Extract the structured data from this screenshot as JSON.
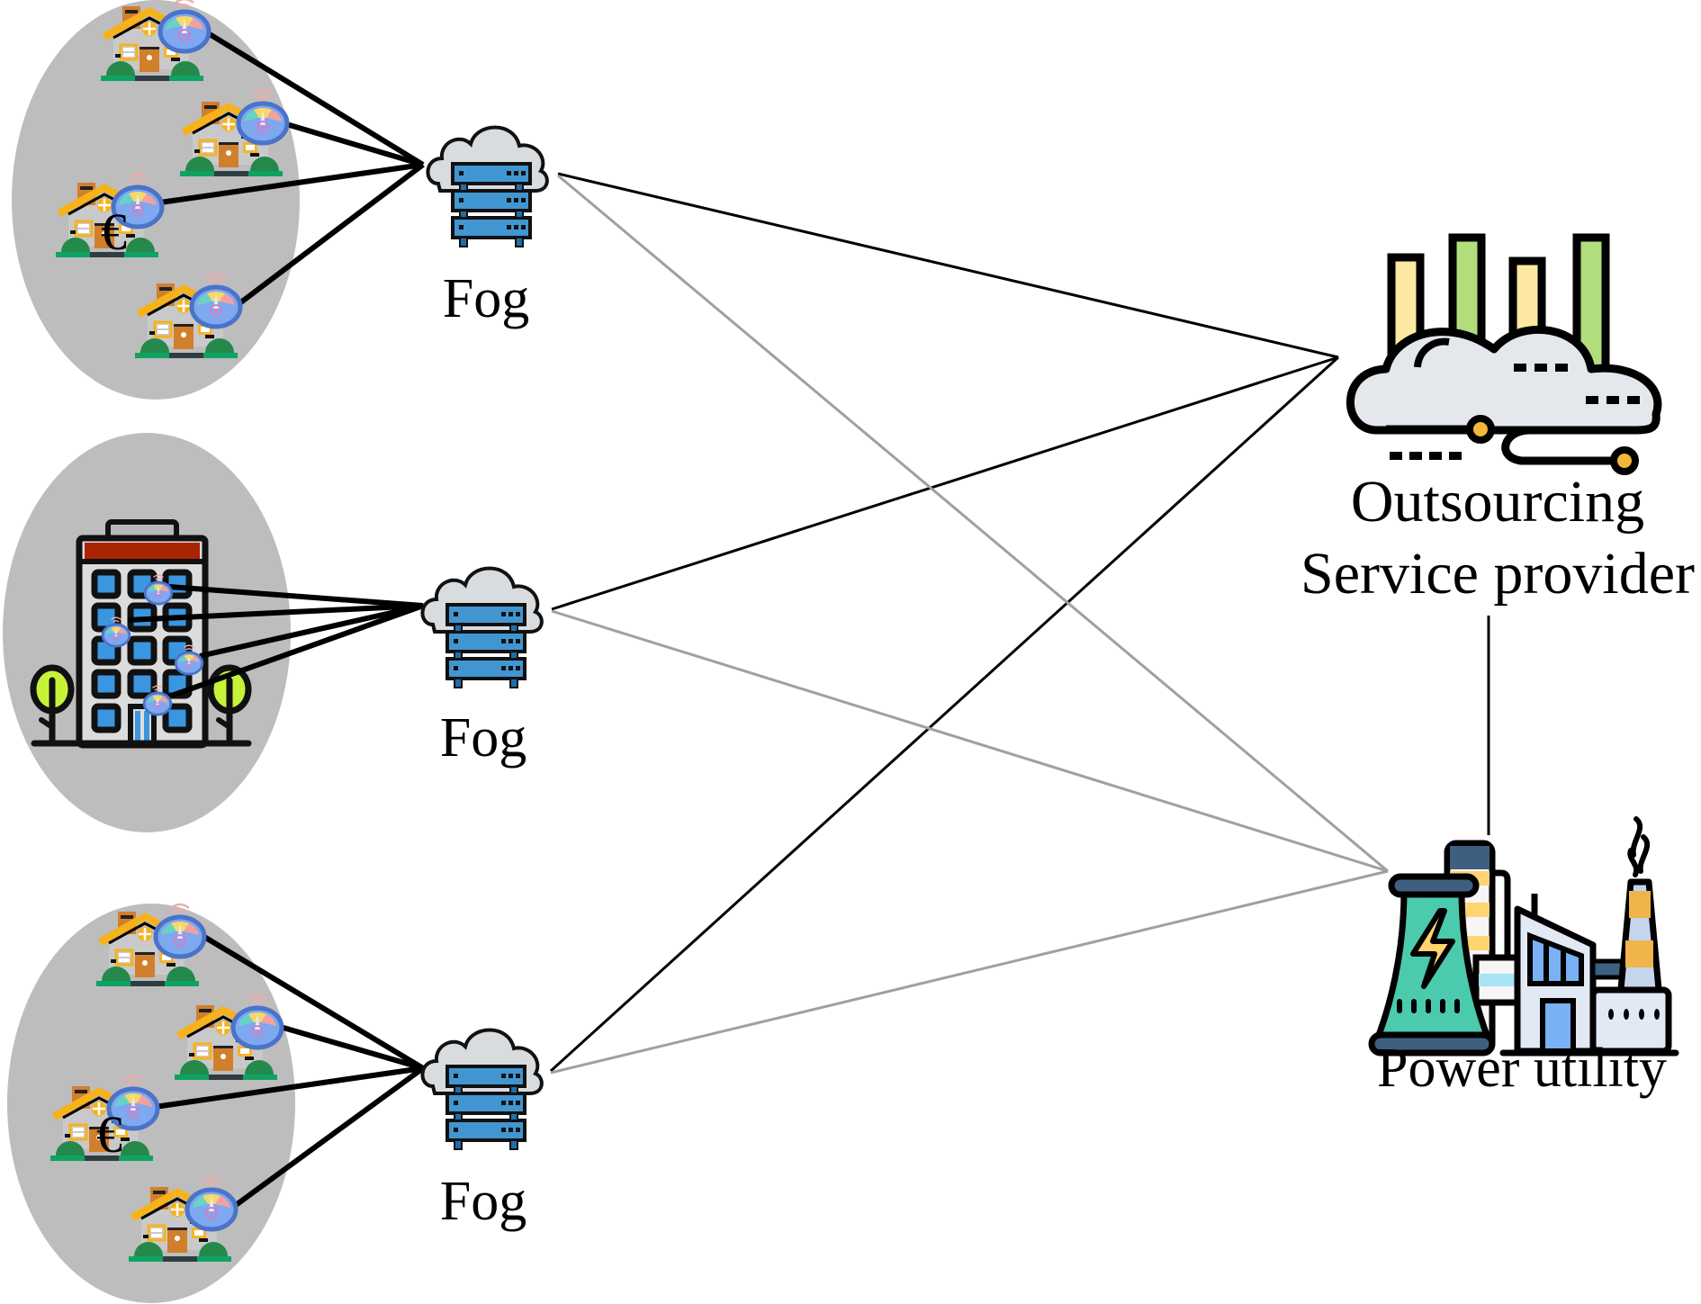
{
  "diagram": {
    "type": "fog-computing-smart-grid-architecture",
    "clusters": [
      {
        "id": "cluster-1",
        "kind": "residential-houses",
        "meter_count": 4,
        "has_euro_symbol": true
      },
      {
        "id": "cluster-2",
        "kind": "apartment-building",
        "meter_count": 4,
        "has_euro_symbol": false
      },
      {
        "id": "cluster-3",
        "kind": "residential-houses",
        "meter_count": 4,
        "has_euro_symbol": true
      }
    ],
    "fog_nodes": [
      {
        "id": "fog-1",
        "label": "Fog"
      },
      {
        "id": "fog-2",
        "label": "Fog"
      },
      {
        "id": "fog-3",
        "label": "Fog"
      }
    ],
    "outsourcing": {
      "label_line1": "Outsourcing",
      "label_line2": "Service provider"
    },
    "power_utility": {
      "label": "Power utility"
    },
    "euro_symbol": "€",
    "links": {
      "meter_to_fog": {
        "color": "#000000"
      },
      "fog_to_outsourcing": {
        "color": "#000000",
        "from": [
          "fog-1",
          "fog-2",
          "fog-3"
        ]
      },
      "fog_to_power_utility": {
        "color": "#a0a0a0",
        "from": [
          "fog-1",
          "fog-2",
          "fog-3"
        ]
      },
      "outsourcing_to_power_utility": {
        "color": "#000000"
      }
    },
    "colors": {
      "cluster_fill": "#bdbdbd",
      "server_blue": "#4196d2",
      "cloud_gray": "#d9dcdf",
      "meter_blue": "#4a73c9",
      "roof_orange": "#f6b21b",
      "door_brown": "#d27f2c",
      "grass_green": "#0fa363",
      "bush_green": "#24894a",
      "building_red": "#a92400",
      "window_blue": "#3a96e0",
      "tree_lime": "#c6f238",
      "tower_teal": "#4ccaad",
      "bar_yellow": "#fde8a2",
      "bar_green": "#b2dd7d"
    }
  }
}
